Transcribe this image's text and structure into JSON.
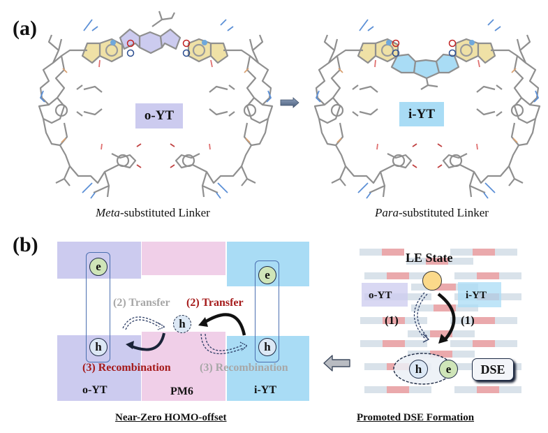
{
  "panel_a": {
    "label": "(a)",
    "left_molecule": {
      "name": "o-YT",
      "caption_italic": "Meta",
      "caption_rest": "-substituted Linker",
      "label_color": "#cccbef"
    },
    "right_molecule": {
      "name": "i-YT",
      "caption_italic": "Para",
      "caption_rest": "-substituted Linker",
      "label_color": "#a9dcf5"
    },
    "arrow": "right-arrow-icon"
  },
  "panel_b": {
    "label": "(b)",
    "left_diagram": {
      "title": "Near-Zero HOMO-offset",
      "columns": [
        {
          "name": "o-YT",
          "color": "#cccbef"
        },
        {
          "name": "PM6",
          "color": "#f0cfe8"
        },
        {
          "name": "i-YT",
          "color": "#a9dcf5"
        }
      ],
      "electron_label": "e",
      "hole_label": "h",
      "transfer_gray": "(2) Transfer",
      "transfer_red": "(2) Transfer",
      "recombination_red": "(3) Recombination",
      "recombination_gray": "(3) Recombination",
      "accent_red": "#a51a1a",
      "muted_gray": "#a7a7a7"
    },
    "right_diagram": {
      "title": "Promoted DSE Formation",
      "state_label": "LE State",
      "left_tag": "o-YT",
      "right_tag": "i-YT",
      "step_left": "(1)",
      "step_right": "(1)",
      "hole_label": "h",
      "electron_label": "e",
      "dse_label": "DSE"
    },
    "arrow": "left-arrow-icon"
  }
}
